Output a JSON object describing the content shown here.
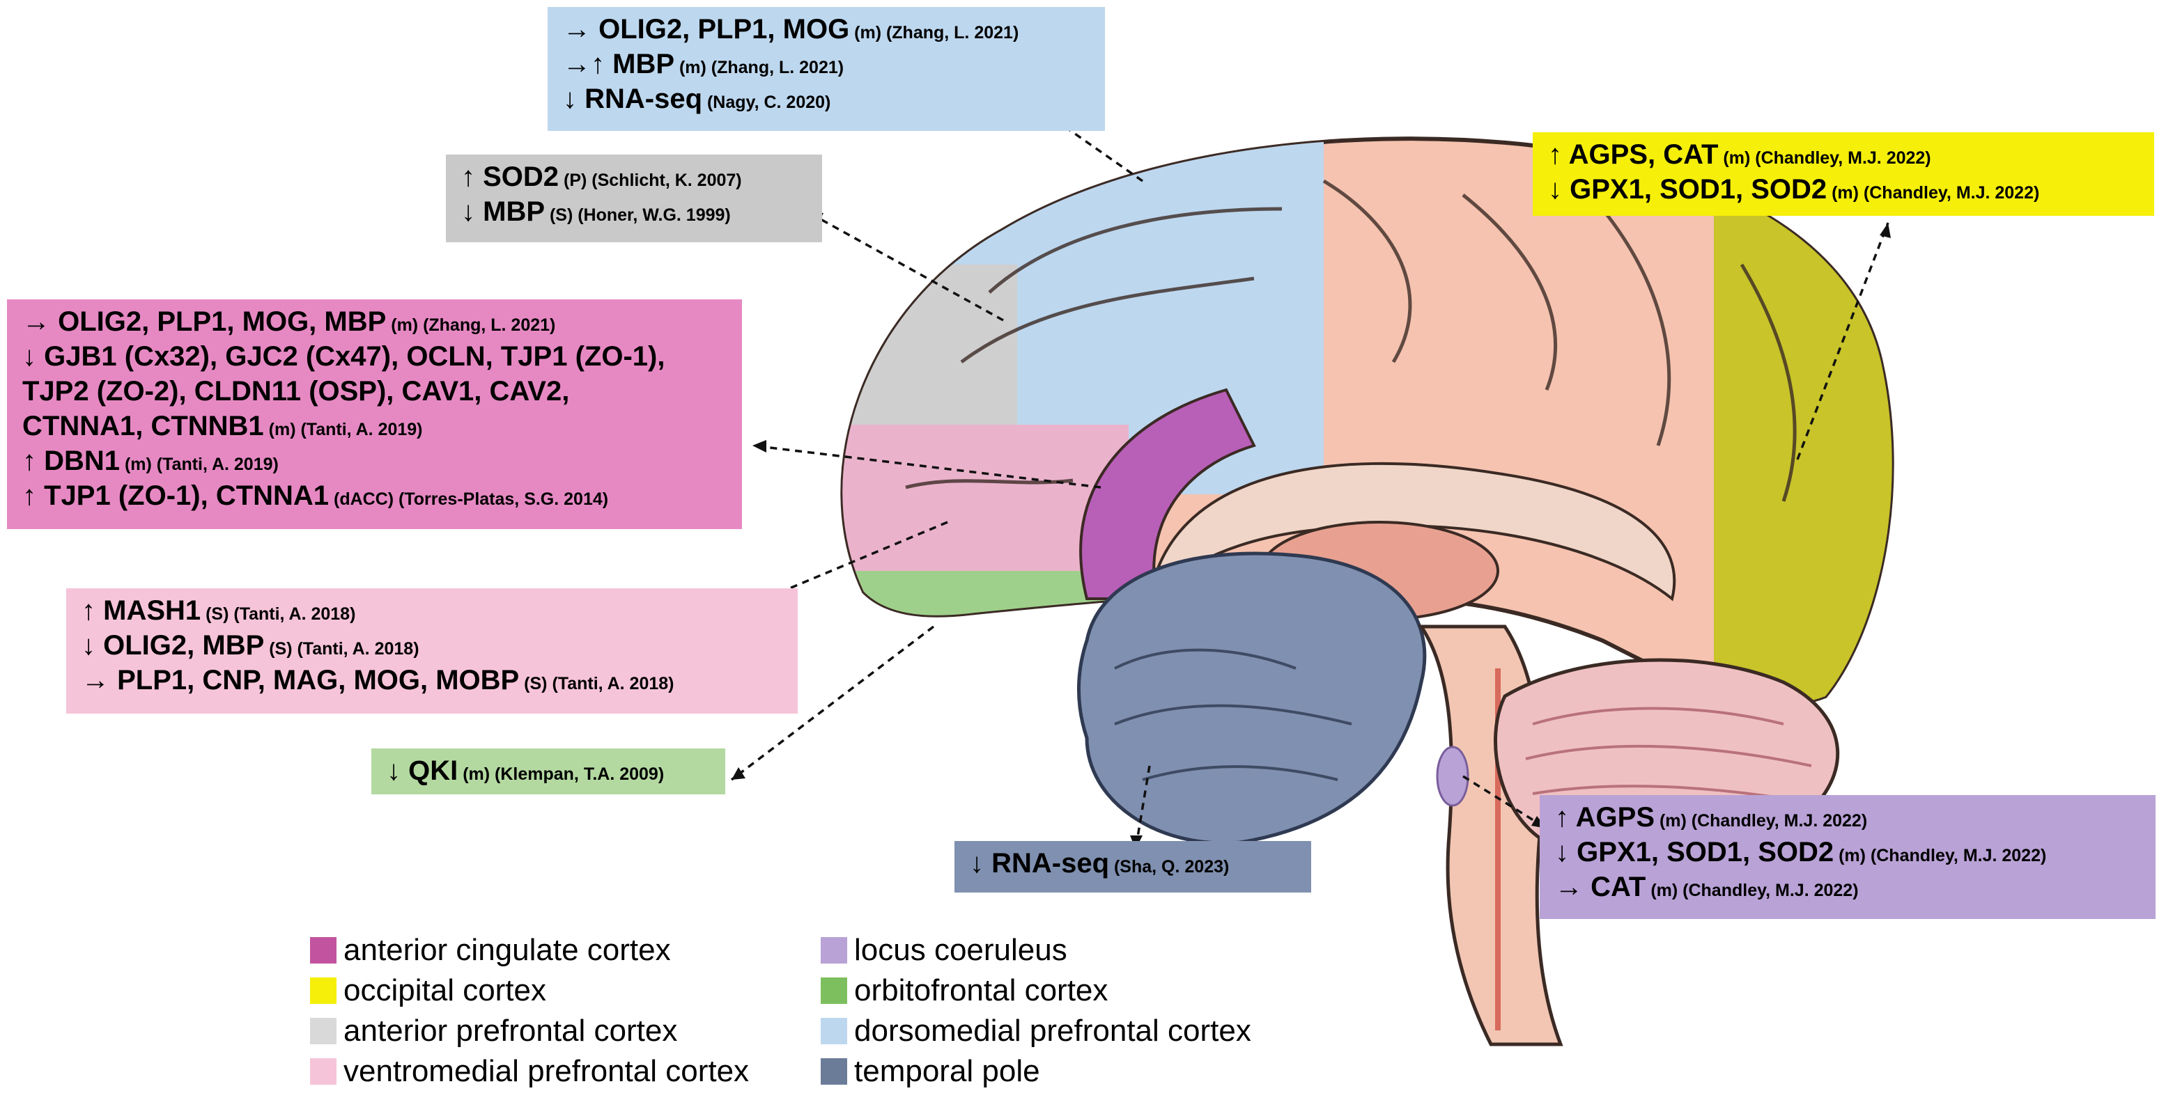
{
  "colors": {
    "dmpfc": "#bdd7ee",
    "apfc": "#c9c9c9",
    "acc": "#e689c3",
    "vmpfc": "#f6c4d8",
    "ofc": "#b3d9a1",
    "temporal": "#8090b0",
    "occipital": "#f5ef0a",
    "locus": "#b9a2d6"
  },
  "annotations": [
    {
      "region": "dorsomedial prefrontal cortex",
      "lines": [
        {
          "arrow": "→",
          "genes": "OLIG2, PLP1, MOG",
          "ref": "(m) (Zhang, L. 2021)"
        },
        {
          "arrow": "→↑",
          "genes": "MBP",
          "ref": "(m) (Zhang, L. 2021)"
        },
        {
          "arrow": "↓",
          "genes": "RNA-seq",
          "ref": "(Nagy, C. 2020)"
        }
      ]
    },
    {
      "region": "anterior prefrontal cortex",
      "lines": [
        {
          "arrow": "↑",
          "genes": "SOD2",
          "ref": "(P) (Schlicht, K. 2007)"
        },
        {
          "arrow": "↓",
          "genes": "MBP",
          "ref": "(S) (Honer, W.G. 1999)"
        }
      ]
    },
    {
      "region": "anterior cingulate cortex",
      "lines": [
        {
          "arrow": "→",
          "genes": "OLIG2, PLP1, MOG, MBP",
          "ref": "(m) (Zhang, L. 2021)"
        },
        {
          "arrow": "↓",
          "genes": "GJB1 (Cx32), GJC2 (Cx47), OCLN, TJP1 (ZO-1),",
          "ref": ""
        },
        {
          "arrow": "",
          "genes": "TJP2 (ZO-2), CLDN11 (OSP), CAV1, CAV2,",
          "ref": ""
        },
        {
          "arrow": "",
          "genes": "CTNNA1, CTNNB1",
          "ref": "(m) (Tanti, A. 2019)"
        },
        {
          "arrow": "↑",
          "genes": "DBN1",
          "ref": "(m) (Tanti, A. 2019)"
        },
        {
          "arrow": "↑",
          "genes": "TJP1 (ZO-1), CTNNA1",
          "ref": "(dACC) (Torres-Platas, S.G. 2014)"
        }
      ]
    },
    {
      "region": "ventromedial prefrontal cortex",
      "lines": [
        {
          "arrow": "↑",
          "genes": "MASH1",
          "ref": "(S) (Tanti, A. 2018)"
        },
        {
          "arrow": "↓",
          "genes": "OLIG2, MBP",
          "ref": "(S) (Tanti, A. 2018)"
        },
        {
          "arrow": "→",
          "genes": "PLP1, CNP, MAG, MOG, MOBP",
          "ref": "(S) (Tanti, A. 2018)"
        }
      ]
    },
    {
      "region": "orbitofrontal cortex",
      "lines": [
        {
          "arrow": "↓",
          "genes": "QKI",
          "ref": "(m) (Klempan, T.A. 2009)"
        }
      ]
    },
    {
      "region": "temporal pole",
      "lines": [
        {
          "arrow": "↓",
          "genes": "RNA-seq",
          "ref": "(Sha, Q. 2023)"
        }
      ]
    },
    {
      "region": "occipital cortex",
      "lines": [
        {
          "arrow": "↑",
          "genes": "AGPS, CAT",
          "ref": "(m) (Chandley, M.J. 2022)"
        },
        {
          "arrow": "↓",
          "genes": "GPX1, SOD1, SOD2",
          "ref": "(m) (Chandley, M.J. 2022)"
        }
      ]
    },
    {
      "region": "locus coeruleus",
      "lines": [
        {
          "arrow": "↑",
          "genes": "AGPS",
          "ref": "(m) (Chandley, M.J. 2022)"
        },
        {
          "arrow": "↓",
          "genes": "GPX1, SOD1, SOD2",
          "ref": "(m) (Chandley, M.J. 2022)"
        },
        {
          "arrow": "→",
          "genes": "CAT",
          "ref": "(m) (Chandley, M.J. 2022)"
        }
      ]
    }
  ],
  "legend": [
    {
      "label": "anterior cingulate cortex",
      "color": "#c2549f"
    },
    {
      "label": "occipital cortex",
      "color": "#f5ef0a"
    },
    {
      "label": "anterior prefrontal cortex",
      "color": "#d9d9d9"
    },
    {
      "label": "ventromedial prefrontal cortex",
      "color": "#f6c4d8"
    },
    {
      "label": "locus coeruleus",
      "color": "#b9a2d6"
    },
    {
      "label": "orbitofrontal cortex",
      "color": "#7dbf5e"
    },
    {
      "label": "dorsomedial prefrontal cortex",
      "color": "#bdd7ee"
    },
    {
      "label": "temporal pole",
      "color": "#6b7c99"
    }
  ]
}
